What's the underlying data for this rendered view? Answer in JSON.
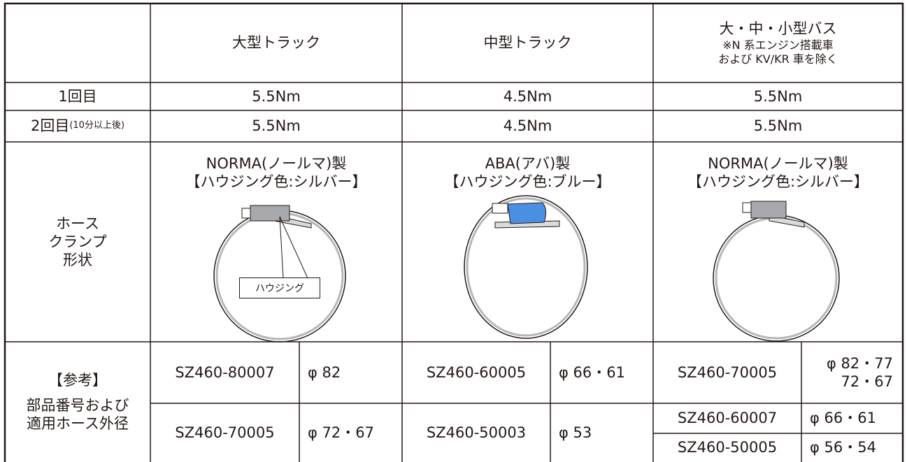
{
  "header": {
    "large_truck": "大型トラック",
    "medium_truck": "中型トラック",
    "bus_title": "大・中・小型バス",
    "bus_note1": "※N 系エンジン搭載車",
    "bus_note2": "および KV/KR 車を除く"
  },
  "rows": {
    "first_label": "1回目",
    "second_label": "2回目",
    "second_note": "(10分以上後)",
    "first": {
      "large": "5.5Nm",
      "medium": "4.5Nm",
      "bus": "5.5Nm"
    },
    "second": {
      "large": "5.5Nm",
      "medium": "4.5Nm",
      "bus": "5.5Nm"
    }
  },
  "clamp": {
    "label_line1": "ホース",
    "label_line2": "クランプ",
    "label_line3": "形状",
    "large": {
      "maker": "NORMA(ノールマ)製",
      "color": "【ハウジング色:シルバー】"
    },
    "medium": {
      "maker": "ABA(アバ)製",
      "color": "【ハウジング色:ブルー】"
    },
    "bus": {
      "maker": "NORMA(ノールマ)製",
      "color": "【ハウジング色:シルバー】"
    },
    "callout": "ハウジング",
    "colors": {
      "silver": "#a7a9ac",
      "blue": "#4a90e2",
      "band": "#b5b6b8"
    }
  },
  "parts": {
    "label_line1": "【参考】",
    "label_line2": "部品番号および",
    "label_line3": "適用ホース外径",
    "large": [
      {
        "number": "SZ460-80007",
        "diameter": "φ 82"
      },
      {
        "number": "SZ460-70005",
        "diameter": "φ 72・67"
      }
    ],
    "medium": [
      {
        "number": "SZ460-60005",
        "diameter": "φ 66・61"
      },
      {
        "number": "SZ460-50003",
        "diameter": "φ 53"
      }
    ],
    "bus": [
      {
        "number": "SZ460-70005",
        "diameter_line1": "φ 82・77",
        "diameter_line2": "72・67"
      },
      {
        "number": "SZ460-60007",
        "diameter": "φ 66・61"
      },
      {
        "number": "SZ460-50005",
        "diameter": "φ 56・54"
      }
    ]
  }
}
